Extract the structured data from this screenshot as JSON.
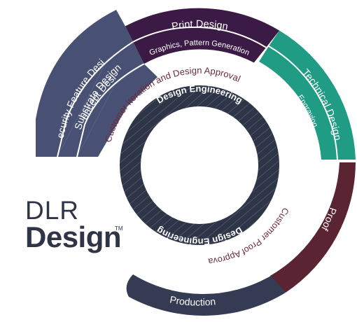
{
  "brand": {
    "line1": "DLR",
    "line2": "Design",
    "trademark": "TM"
  },
  "outer_ring": {
    "print_design": "Print Design",
    "graphics_pattern": "Graphics, Pattern Generation",
    "technical_design": "Technical Design",
    "engraving": "Engraving",
    "substrate_design": "Substrate Design",
    "security_feature_design": "Security Feature Design",
    "concept_design": "Concept Design",
    "proof": "Proof",
    "production": "Production"
  },
  "middle_labels": {
    "customer_iteration": "Customer Iteration and Design Approval",
    "customer_proof": "Customer Proof Approval"
  },
  "inner_ring": {
    "top_label": "Design Engineering",
    "bottom_label": "Design Engineering"
  },
  "colors": {
    "purple": "#3b1b45",
    "teal": "#1f9c83",
    "slate": "#485173",
    "maroon": "#5a2432",
    "navy": "#343b52",
    "inner": "#2e3547",
    "text_maroon": "#6b2b3b",
    "white": "#ffffff"
  }
}
